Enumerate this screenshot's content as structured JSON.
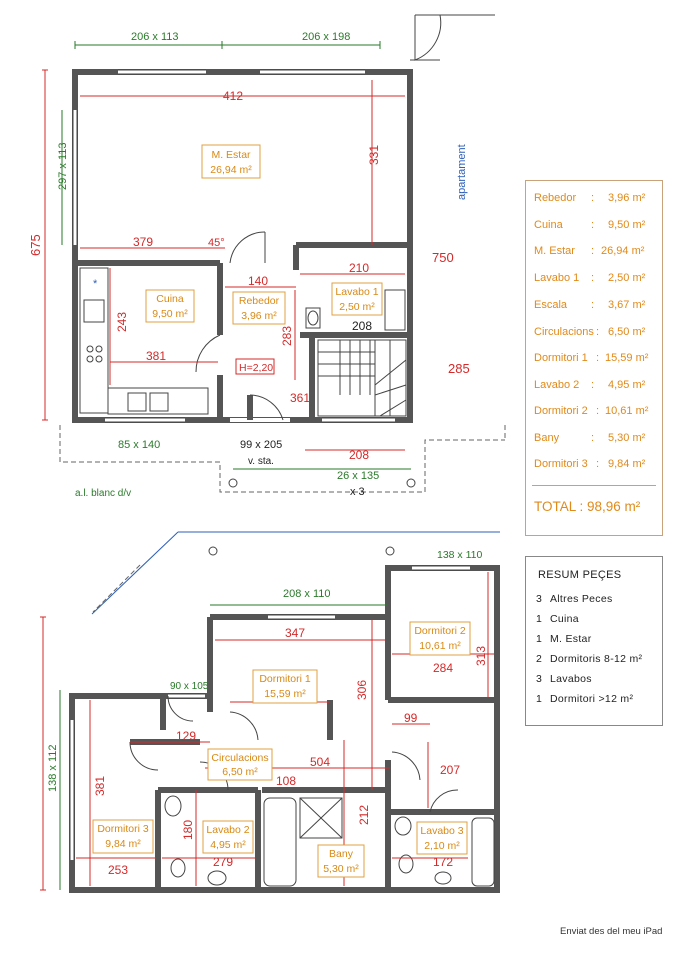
{
  "ground_floor": {
    "windows": {
      "w1": "206 x 113",
      "w2": "206 x 198",
      "w3": "297 x 113",
      "w4": "85 x 140",
      "w5": "99 x 205",
      "w6": "26 x 135",
      "w6_count": "x 3"
    },
    "door_label": "v. sta.",
    "dims": {
      "d412": "412",
      "d331": "331",
      "d379": "379",
      "d45": "45°",
      "d140": "140",
      "d210": "210",
      "d243": "243",
      "d283": "283",
      "d381": "381",
      "d361": "361",
      "d208a": "208",
      "d208b": "208",
      "height": "H=2,20",
      "d675": "675",
      "d750": "750",
      "d285": "285"
    },
    "rooms": [
      {
        "name": "M. Estar",
        "area": "26,94 m²"
      },
      {
        "name": "Cuina",
        "area": "9,50 m²"
      },
      {
        "name": "Rebedor",
        "area": "3,96 m²"
      },
      {
        "name": "Lavabo 1",
        "area": "2,50 m²"
      }
    ],
    "side_label": "apartament",
    "note": "a.l. blanc  d/v"
  },
  "first_floor": {
    "windows": {
      "w1": "138 x 110",
      "w2": "208 x 110",
      "w3": "90 x 105",
      "w4": "138 x 112"
    },
    "dims": {
      "d347": "347",
      "d306": "306",
      "d284": "284",
      "d313": "313",
      "d99": "99",
      "d129": "129",
      "d381": "381",
      "d108": "108",
      "d504": "504",
      "d207": "207",
      "d180": "180",
      "d212": "212",
      "d279": "279",
      "d253": "253",
      "d172": "172"
    },
    "rooms": [
      {
        "name": "Dormitori 1",
        "area": "15,59 m²"
      },
      {
        "name": "Dormitori 2",
        "area": "10,61 m²"
      },
      {
        "name": "Circulacions",
        "area": "6,50 m²"
      },
      {
        "name": "Dormitori 3",
        "area": "9,84 m²"
      },
      {
        "name": "Lavabo 2",
        "area": "4,95 m²"
      },
      {
        "name": "Bany",
        "area": "5,30 m²"
      },
      {
        "name": "Lavabo 3",
        "area": "2,10 m²"
      }
    ]
  },
  "areas_table": {
    "rows": [
      {
        "name": "Rebedor",
        "sep": ":",
        "value": "3,96 m²"
      },
      {
        "name": "Cuina",
        "sep": ":",
        "value": "9,50 m²"
      },
      {
        "name": "M. Estar",
        "sep": ":",
        "value": "26,94 m²"
      },
      {
        "name": "Lavabo 1",
        "sep": ":",
        "value": "2,50 m²"
      },
      {
        "name": "Escala",
        "sep": ":",
        "value": "3,67 m²"
      },
      {
        "name": "Circulacions",
        "sep": ":",
        "value": "6,50 m²"
      },
      {
        "name": "Dormitori 1",
        "sep": ":",
        "value": "15,59 m²"
      },
      {
        "name": "Lavabo 2",
        "sep": ":",
        "value": "4,95 m²"
      },
      {
        "name": "Dormitori 2",
        "sep": ":",
        "value": "10,61 m²"
      },
      {
        "name": "Bany",
        "sep": ":",
        "value": "5,30 m²"
      },
      {
        "name": "Dormitori 3",
        "sep": ":",
        "value": "9,84 m²"
      }
    ],
    "total": "TOTAL  :  98,96 m²"
  },
  "summary": {
    "title": "RESUM PEÇES",
    "rows": [
      {
        "count": "3",
        "label": "Altres Peces"
      },
      {
        "count": "1",
        "label": "Cuina"
      },
      {
        "count": "1",
        "label": "M. Estar"
      },
      {
        "count": "2",
        "label": "Dormitoris 8-12 m²"
      },
      {
        "count": "3",
        "label": "Lavabos"
      },
      {
        "count": "1",
        "label": "Dormitori >12 m²"
      }
    ]
  },
  "footer": "Enviat des del meu iPad"
}
